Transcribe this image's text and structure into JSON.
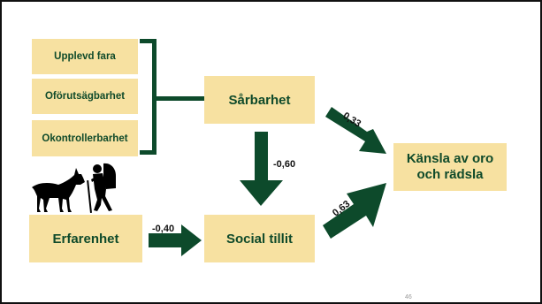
{
  "diagram": {
    "factors": [
      {
        "label": "Upplevd fara"
      },
      {
        "label": "Oförutsägbarhet"
      },
      {
        "label": "Okontrollerbarhet"
      }
    ],
    "nodes": {
      "sarbarhet": "Sårbarhet",
      "erfarenhet": "Erfarenhet",
      "social_tillit": "Social tillit",
      "kansla": "Känsla av oro och rädsla"
    },
    "coefficients": {
      "sarbarhet_to_tillit": "-0,60",
      "erfarenhet_to_tillit": "-0,40",
      "sarbarhet_to_kansla": "0,33",
      "tillit_to_kansla": "0,63"
    },
    "icons": [
      "wolf-icon",
      "hiker-icon"
    ]
  },
  "page_number": "46",
  "colors": {
    "box_fill": "#f7e1a1",
    "text_green": "#0f4a2a",
    "arrow_green": "#0d4a2b"
  }
}
